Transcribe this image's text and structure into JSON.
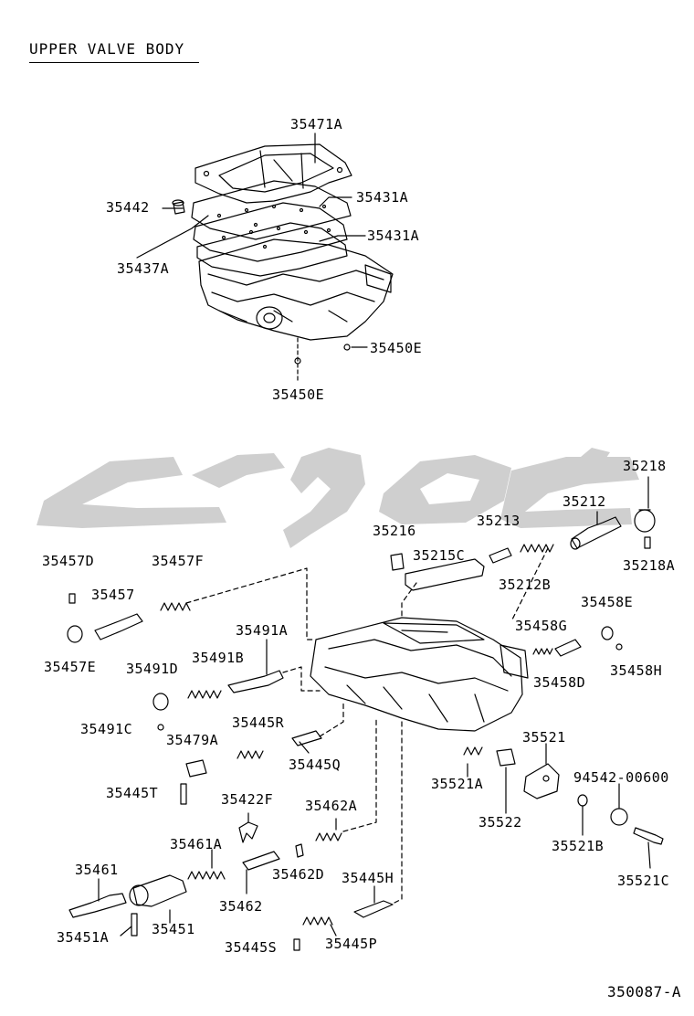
{
  "title": "UPPER VALVE BODY",
  "drawing_code": "350087-A",
  "watermark_color": "#cfcfcf",
  "labels": {
    "p35471A": "35471A",
    "p35442": "35442",
    "p35431A_1": "35431A",
    "p35431A_2": "35431A",
    "p35437A": "35437A",
    "p35450E_1": "35450E",
    "p35450E_2": "35450E",
    "p35218": "35218",
    "p35212": "35212",
    "p35213": "35213",
    "p35216": "35216",
    "p35215C": "35215C",
    "p35212B": "35212B",
    "p35218A": "35218A",
    "p35457D": "35457D",
    "p35457F": "35457F",
    "p35457": "35457",
    "p35457E": "35457E",
    "p35491A": "35491A",
    "p35491B": "35491B",
    "p35491D": "35491D",
    "p35458E": "35458E",
    "p35458G": "35458G",
    "p35458D": "35458D",
    "p35458H": "35458H",
    "p35491C": "35491C",
    "p35445R": "35445R",
    "p35479A": "35479A",
    "p35445Q": "35445Q",
    "p35521": "35521",
    "p35521A": "35521A",
    "p35522": "35522",
    "p94542": "94542-00600",
    "p35445T": "35445T",
    "p35422F": "35422F",
    "p35462A": "35462A",
    "p35521B": "35521B",
    "p35461A": "35461A",
    "p35521C": "35521C",
    "p35461": "35461",
    "p35462D": "35462D",
    "p35445H": "35445H",
    "p35462": "35462",
    "p35451A": "35451A",
    "p35451": "35451",
    "p35445S": "35445S",
    "p35445P": "35445P"
  }
}
